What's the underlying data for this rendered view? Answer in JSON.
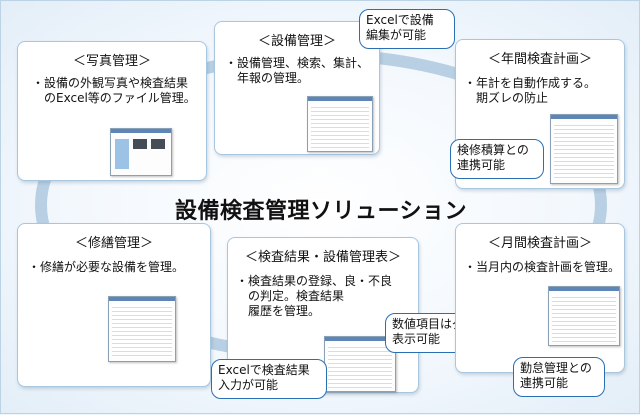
{
  "center_title": "設備検査管理ソリューション",
  "cards": {
    "photo": {
      "title": "＜写真管理＞",
      "desc": "・設備の外観写真や検査結果\n　のExcel等のファイル管理。"
    },
    "equipment": {
      "title": "＜設備管理＞",
      "desc": "・設備管理、検索、集計、\n　年報の管理。"
    },
    "annual": {
      "title": "＜年間検査計画＞",
      "desc": "・年計を自動作成する。\n　期ズレの防止"
    },
    "repair": {
      "title": "＜修繕管理＞",
      "desc": "・修繕が必要な設備を管理。"
    },
    "results": {
      "title": "＜検査結果・設備管理表＞",
      "desc": "・検査結果の登録、良・不良\n　の判定。検査結果\n　履歴を管理。"
    },
    "monthly": {
      "title": "＜月間検査計画＞",
      "desc": "・当月内の検査計画を管理。"
    }
  },
  "callouts": {
    "excel_edit": "Excelで設備\n編集が可能",
    "repair_cost": "検修積算との\n連携可能",
    "graph": "数値項目はグラフ\n表示可能",
    "excel_input": "Excelで検査結果\n入力が可能",
    "attendance": "勤怠管理との\n連携可能"
  },
  "colors": {
    "border": "#a9c6df",
    "callout_border": "#2a6fb4",
    "ellipse": "#b9d0e4"
  }
}
